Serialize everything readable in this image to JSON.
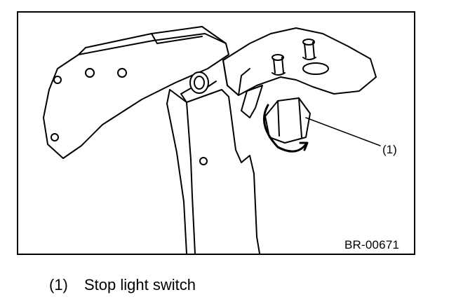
{
  "figure": {
    "callout_label": "(1)",
    "figure_id": "BR-00671"
  },
  "legend": [
    {
      "number": "(1)",
      "text": "Stop light switch"
    }
  ],
  "colors": {
    "line": "#000000",
    "background": "#ffffff"
  }
}
